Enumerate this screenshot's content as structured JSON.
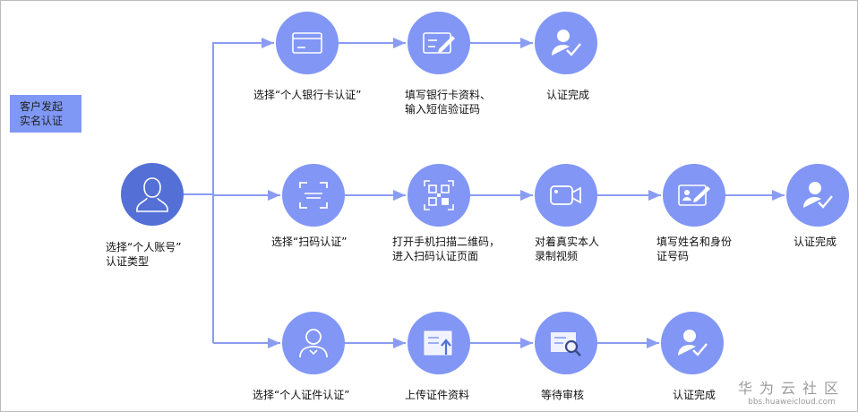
{
  "start": {
    "label": "客户发起\n实名认证"
  },
  "main": {
    "label": "选择“个人账号”\n认证类型",
    "icon": "user-icon"
  },
  "rows": [
    {
      "steps": [
        {
          "label": "选择“个人银行卡认证”",
          "icon": "bank-card-icon"
        },
        {
          "label": "填写银行卡资料、\n输入短信验证码",
          "icon": "fill-form-icon"
        },
        {
          "label": "认证完成",
          "icon": "verified-user-icon"
        }
      ]
    },
    {
      "steps": [
        {
          "label": "选择“扫码认证”",
          "icon": "scan-icon"
        },
        {
          "label": "打开手机扫描二维码，\n进入扫码认证页面",
          "icon": "qr-code-icon"
        },
        {
          "label": "对着真实本人\n录制视频",
          "icon": "video-camera-icon"
        },
        {
          "label": "填写姓名和身份\n证号码",
          "icon": "id-card-edit-icon"
        },
        {
          "label": "认证完成",
          "icon": "verified-user-icon"
        }
      ]
    },
    {
      "steps": [
        {
          "label": "选择“个人证件认证”",
          "icon": "person-id-icon"
        },
        {
          "label": "上传证件资料",
          "icon": "upload-document-icon"
        },
        {
          "label": "等待审核",
          "icon": "document-search-icon"
        },
        {
          "label": "认证完成",
          "icon": "verified-user-icon"
        }
      ]
    }
  ],
  "watermark": {
    "title": "华为云社区",
    "url": "bbs.huaweicloud.com"
  },
  "colors": {
    "node": "#8196f5",
    "main_node": "#5470d6",
    "line": "#8a9cf2",
    "start_box": "#7f98f5"
  }
}
